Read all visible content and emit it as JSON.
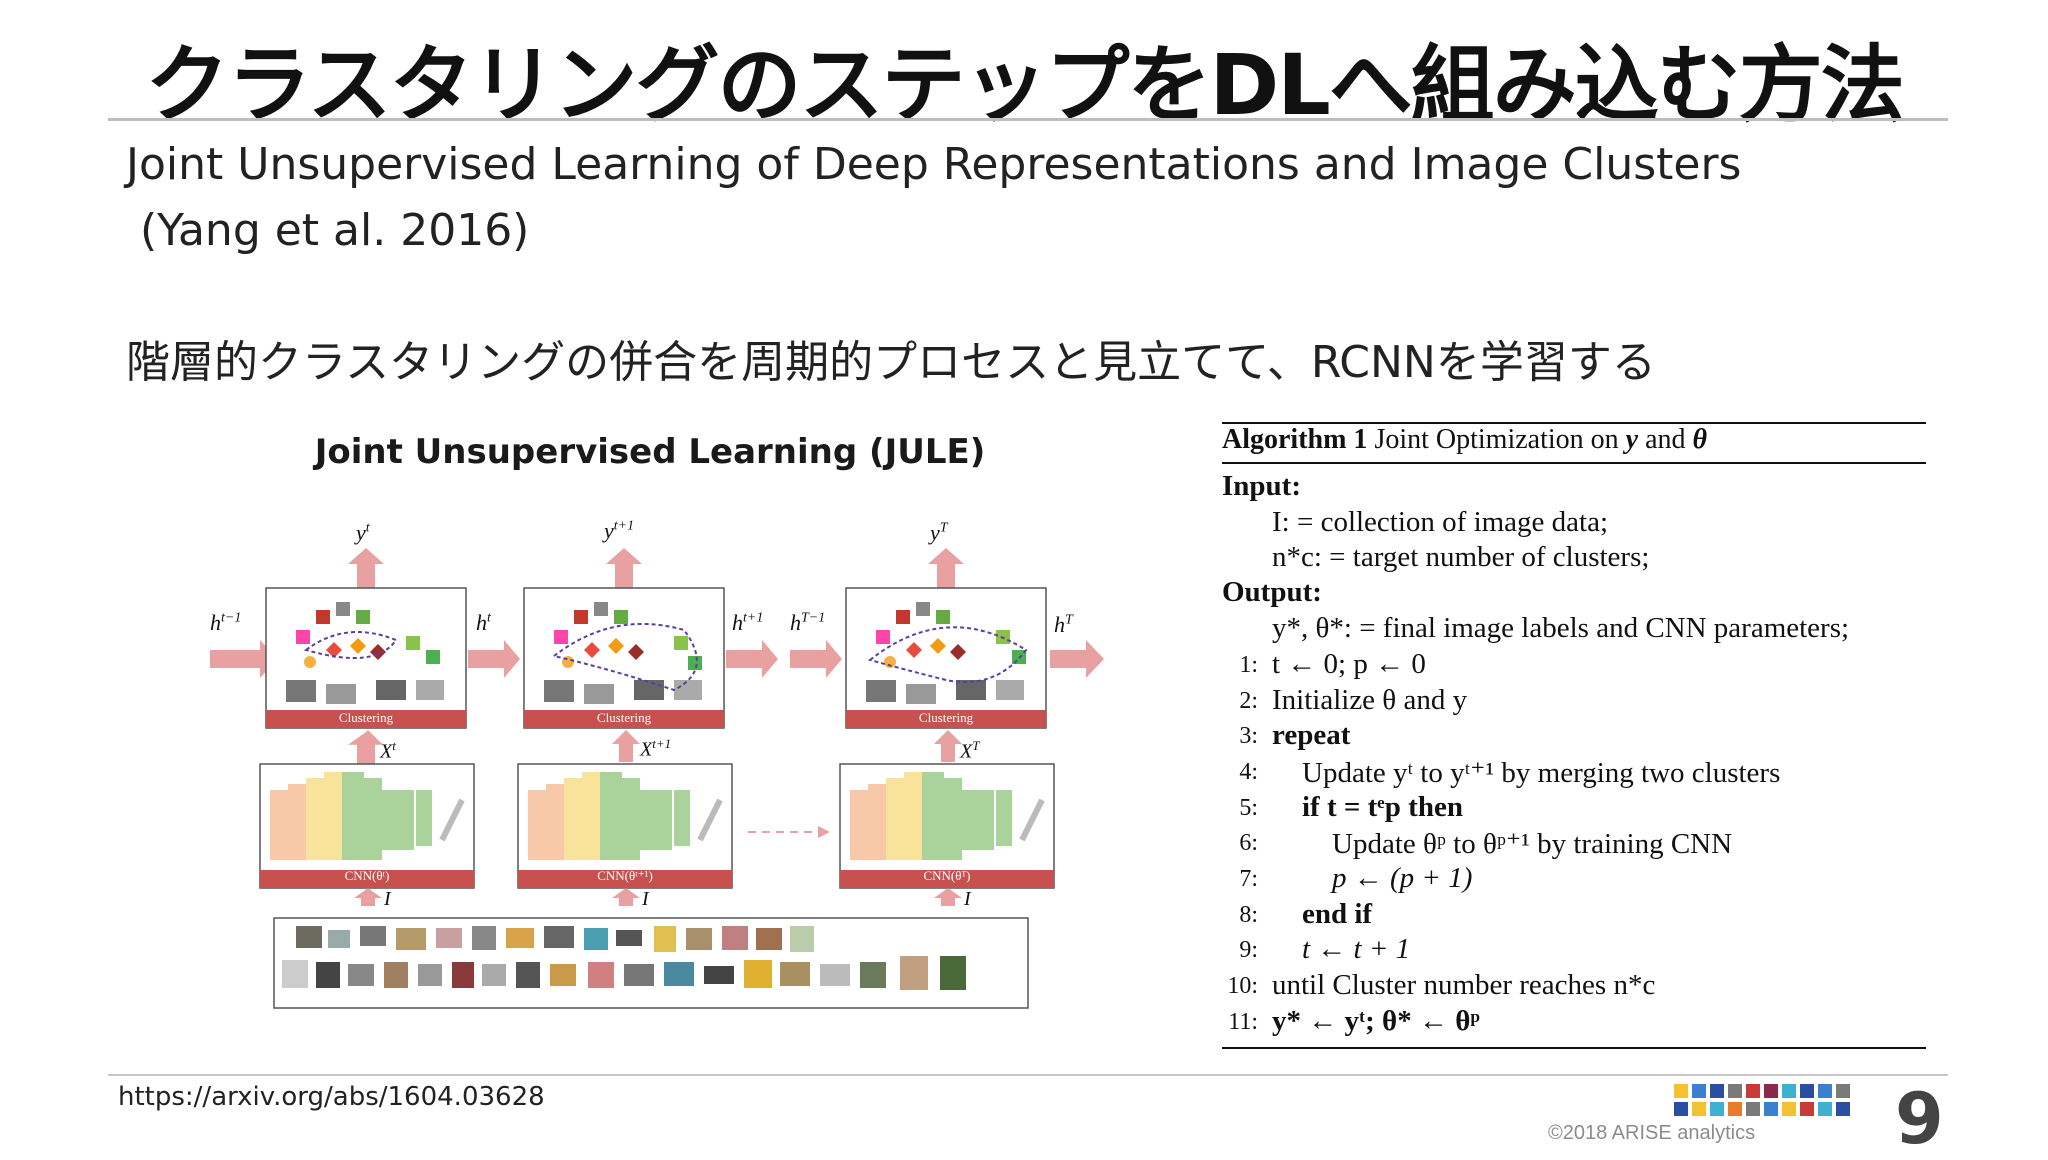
{
  "slide": {
    "title": "クラスタリングのステップをDLへ組み込む方法",
    "paper_title_line1": "Joint Unsupervised Learning of Deep Representations and Image Clusters",
    "paper_title_line2": " (Yang et al. 2016)",
    "subtitle": "階層的クラスタリングの併合を周期的プロセスと見立てて、RCNNを学習する",
    "url": "https://arxiv.org/abs/1604.03628",
    "copyright": "©2018 ARISE analytics",
    "page_number": "9"
  },
  "figure": {
    "title": "Joint Unsupervised Learning (JULE)",
    "y_labels": [
      "y",
      "y",
      "y"
    ],
    "y_sups": [
      "t",
      "t+1",
      "T"
    ],
    "h_left": [
      "h",
      "h",
      "h"
    ],
    "h_left_sups": [
      "t−1",
      "t",
      "T−1"
    ],
    "h_right": [
      "h",
      "h",
      "h"
    ],
    "h_right_sups": [
      "t",
      "t+1",
      "T"
    ],
    "x_labels": [
      "X",
      "X",
      "X"
    ],
    "x_sups": [
      "t",
      "t+1",
      "T"
    ],
    "clustering_label": "Clustering",
    "cnn_labels": [
      "CNN(θᵗ)",
      "CNN(θᵗ⁺¹)",
      "CNN(θᵀ)"
    ],
    "input_label": "I"
  },
  "algorithm": {
    "header_bold": "Algorithm 1",
    "header_text": "Joint Optimization on",
    "header_y": "y",
    "header_and": "and",
    "header_theta": "θ",
    "input_label": "Input:",
    "input_I": "I: = collection of image data;",
    "input_nc": "n*c: = target number of clusters;",
    "output_label": "Output:",
    "output_text": "y*, θ*: = final image labels and CNN parameters;",
    "lines": [
      {
        "num": "1:",
        "text": "t ← 0; p ← 0"
      },
      {
        "num": "2:",
        "text": "Initialize θ and y"
      },
      {
        "num": "3:",
        "text": "repeat"
      },
      {
        "num": "4:",
        "text": "Update yᵗ to yᵗ⁺¹ by merging two clusters"
      },
      {
        "num": "5:",
        "text": "if t = tᵉp then"
      },
      {
        "num": "6:",
        "text": "Update θᵖ to θᵖ⁺¹ by training CNN"
      },
      {
        "num": "7:",
        "text": "p ← (p + 1)"
      },
      {
        "num": "8:",
        "text": "end if"
      },
      {
        "num": "9:",
        "text": "t ← t + 1"
      },
      {
        "num": "10:",
        "text": "until Cluster number reaches n*c"
      },
      {
        "num": "11:",
        "text": "y* ← yᵗ; θ* ← θᵖ"
      }
    ]
  },
  "colors": {
    "arrow": "#e9a0a0",
    "clustering_bar": "#c8504f",
    "logo": [
      "#f2c230",
      "#3a7fd0",
      "#c93a3a",
      "#7a7a7a",
      "#3fb0d0",
      "#e87b2c"
    ]
  }
}
